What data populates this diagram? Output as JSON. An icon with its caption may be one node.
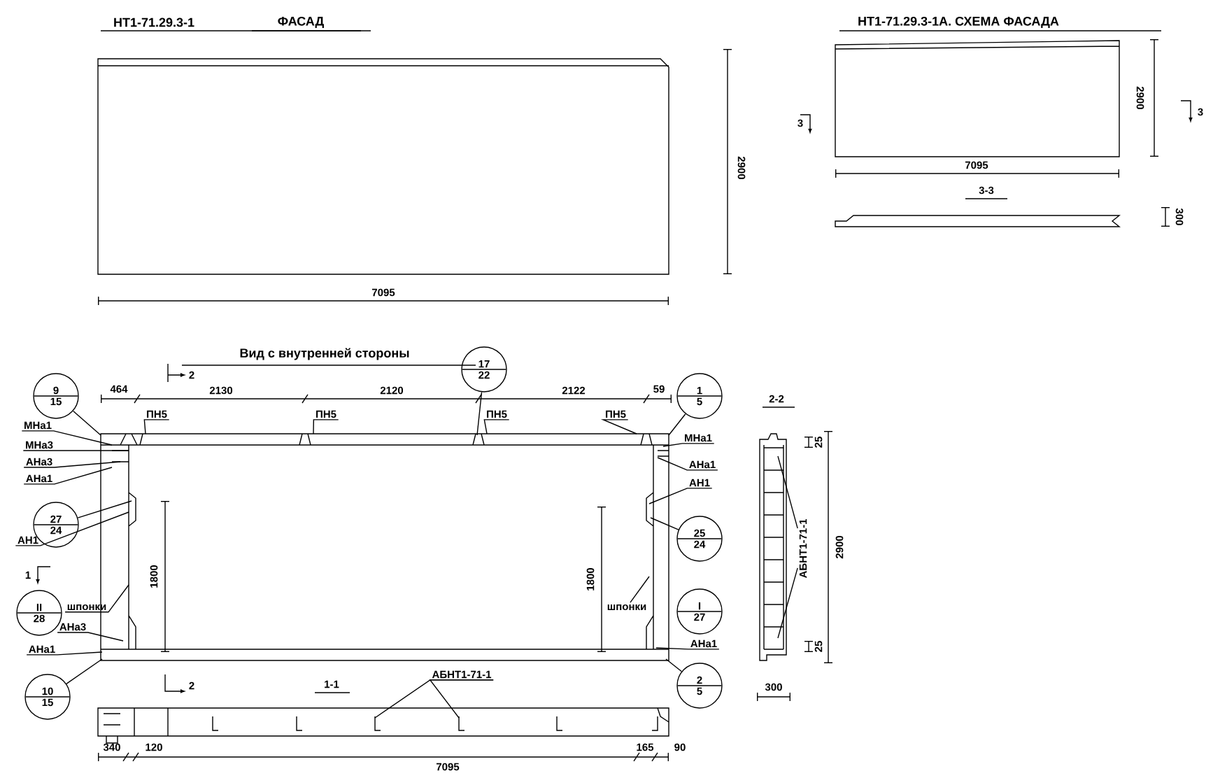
{
  "diagram": {
    "nodes": [
      {
        "text": [],
        "shape": "picture"
      },
      {
        "text": [
          "9",
          "15"
        ]
      },
      {
        "text": [
          "МНа1"
        ]
      },
      {
        "text": [
          "МНа3"
        ]
      },
      {
        "text": [
          "АНа3"
        ]
      },
      {
        "text": [
          "АНа1"
        ]
      },
      {
        "text": [
          "27",
          "24"
        ]
      },
      {
        "text": [
          "АН1"
        ]
      },
      {
        "text": [
          "II",
          "28"
        ]
      },
      {
        "text": [
          "шпонки"
        ]
      },
      {
        "text": [
          "АНа3"
        ]
      },
      {
        "text": [
          "АНа1"
        ]
      },
      {
        "text": [
          "10",
          "15"
        ]
      },
      {
        "text": [
          "ПН5"
        ]
      },
      {
        "text": [
          "ПН5"
        ]
      },
      {
        "text": [
          "ПН5"
        ]
      },
      {
        "text": [
          "ПН5"
        ]
      },
      {
        "text": [
          "17",
          "22"
        ]
      },
      {
        "text": [
          "1",
          "5"
        ]
      },
      {
        "text": [
          "МНа1"
        ]
      },
      {
        "text": [
          "АНа1"
        ]
      },
      {
        "text": [
          "АН1"
        ]
      },
      {
        "text": [
          "25",
          "24"
        ]
      },
      {
        "text": [
          "шпонки"
        ],
        "in": 0
      },
      {
        "text": [
          "I",
          "27"
        ]
      },
      {
        "text": [
          "АНа1"
        ]
      },
      {
        "text": [
          "2",
          "5"
        ]
      },
      {
        "text": [
          "АБНТ1-71-1"
        ]
      },
      {
        "text": [
          "АБНТ1-71-1"
        ]
      },
      {
        "text": [],
        "shape": "box"
      },
      {
        "text": [],
        "shape": "picture"
      }
    ],
    "edges": [
      {
        "from": 1,
        "to": 0,
        "arrow": "none"
      },
      {
        "from": 2,
        "to": 0,
        "arrow": "none"
      },
      {
        "from": 3,
        "to": 0,
        "arrow": "none"
      },
      {
        "from": 4,
        "to": 0,
        "arrow": "none"
      },
      {
        "from": 5,
        "to": 0,
        "arrow": "none"
      },
      {
        "from": 6,
        "to": 0,
        "arrow": "none"
      },
      {
        "from": 7,
        "to": 0,
        "arrow": "none"
      },
      {
        "from": 9,
        "to": 0,
        "arrow": "none"
      },
      {
        "from": 10,
        "to": 0,
        "arrow": "none"
      },
      {
        "from": 11,
        "to": 0,
        "arrow": "none"
      },
      {
        "from": 12,
        "to": 0,
        "arrow": "none"
      },
      {
        "from": 13,
        "to": 0,
        "arrow": "none"
      },
      {
        "from": 14,
        "to": 0,
        "arrow": "none"
      },
      {
        "from": 15,
        "to": 0,
        "arrow": "none"
      },
      {
        "from": 16,
        "to": 0,
        "arrow": "none"
      },
      {
        "from": 17,
        "to": 0,
        "arrow": "none"
      },
      {
        "from": 18,
        "to": 0,
        "arrow": "none"
      },
      {
        "from": 19,
        "to": 0,
        "arrow": "none"
      },
      {
        "from": 20,
        "to": 0,
        "arrow": "none"
      },
      {
        "from": 21,
        "to": 0,
        "arrow": "none"
      },
      {
        "from": 22,
        "to": 0,
        "arrow": "none"
      },
      {
        "from": 23,
        "to": 0,
        "arrow": "none"
      },
      {
        "from": 25,
        "to": 0,
        "arrow": "none"
      },
      {
        "from": 26,
        "to": 0,
        "arrow": "none"
      },
      {
        "from": 27,
        "to": 29,
        "arrow": "none"
      },
      {
        "from": 27,
        "to": 29,
        "arrow": "none"
      },
      {
        "from": 28,
        "to": 30,
        "arrow": "none"
      },
      {
        "from": 28,
        "to": 30,
        "arrow": "none"
      }
    ],
    "labels": [
      "НТ1-71.29.3-1",
      "ФАСАД",
      "2900",
      "7095",
      "НТ1-71.29.3-1А. СХЕМА ФАСАДА",
      "3",
      "3",
      "2900",
      "7095",
      "3-3",
      "300",
      "Вид с внутренней стороны",
      "2",
      "464",
      "2130",
      "2120",
      "2122",
      "59",
      "2-2",
      "1",
      "1800",
      "1800",
      "25",
      "2900",
      "25",
      "2",
      "1-1",
      "300",
      "340",
      "120",
      "7095",
      "165",
      "90"
    ]
  }
}
